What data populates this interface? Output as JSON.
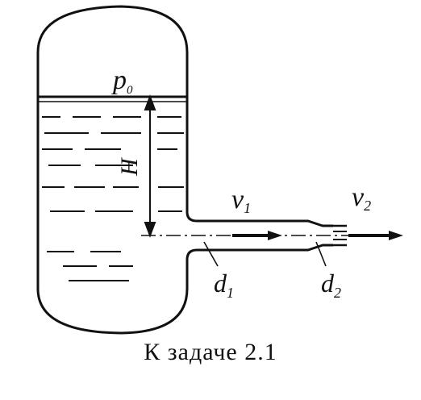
{
  "labels": {
    "pressure": "p",
    "pressure_sub": "0",
    "height": "H",
    "velocity1": "v",
    "velocity1_sub": "1",
    "velocity2": "v",
    "velocity2_sub": "2",
    "diameter1": "d",
    "diameter1_sub": "1",
    "diameter2": "d",
    "diameter2_sub": "2"
  },
  "caption": "К задаче 2.1"
}
